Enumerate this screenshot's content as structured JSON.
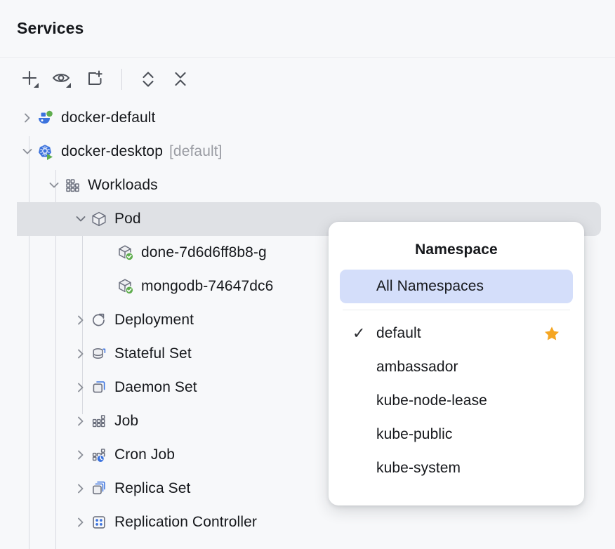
{
  "header": {
    "title": "Services"
  },
  "toolbar": {
    "buttons": [
      {
        "name": "add-service-button",
        "icon": "plus-with-dropdown-icon",
        "label": "Add"
      },
      {
        "name": "view-options-button",
        "icon": "eye-with-dropdown-icon",
        "label": "View Options"
      },
      {
        "name": "new-service-button",
        "icon": "new-window-plus-icon",
        "label": "New"
      },
      {
        "name": "expand-collapse-button",
        "icon": "chevron-up-down-icon",
        "label": "Expand / Collapse"
      },
      {
        "name": "collapse-all-button",
        "icon": "collapse-all-icon",
        "label": "Collapse All"
      }
    ]
  },
  "tree": {
    "nodes": [
      {
        "label": "docker-default",
        "suffix": "",
        "depth": 0,
        "expanded": false,
        "icon": "docker-whale-running-icon",
        "selected": false
      },
      {
        "label": "docker-desktop",
        "suffix": "[default]",
        "depth": 0,
        "expanded": true,
        "icon": "kubernetes-connected-icon",
        "selected": false
      },
      {
        "label": "Workloads",
        "suffix": "",
        "depth": 1,
        "expanded": true,
        "icon": "workloads-grid-icon",
        "selected": false
      },
      {
        "label": "Pod",
        "suffix": "",
        "depth": 2,
        "expanded": true,
        "icon": "pod-cube-icon",
        "selected": true
      },
      {
        "label": "done-7d6d6ff8b8-g",
        "suffix": "",
        "depth": 3,
        "expanded": null,
        "icon": "pod-cube-running-icon",
        "selected": false
      },
      {
        "label": "mongodb-74647dc6",
        "suffix": "",
        "depth": 3,
        "expanded": null,
        "icon": "pod-cube-running-icon",
        "selected": false
      },
      {
        "label": "Deployment",
        "suffix": "",
        "depth": 2,
        "expanded": false,
        "icon": "deployment-refresh-icon",
        "selected": false
      },
      {
        "label": "Stateful Set",
        "suffix": "",
        "depth": 2,
        "expanded": false,
        "icon": "stateful-set-database-icon",
        "selected": false
      },
      {
        "label": "Daemon Set",
        "suffix": "",
        "depth": 2,
        "expanded": false,
        "icon": "daemon-set-layers-icon",
        "selected": false
      },
      {
        "label": "Job",
        "suffix": "",
        "depth": 2,
        "expanded": false,
        "icon": "job-grid-icon",
        "selected": false
      },
      {
        "label": "Cron Job",
        "suffix": "",
        "depth": 2,
        "expanded": false,
        "icon": "cron-job-clock-icon",
        "selected": false
      },
      {
        "label": "Replica Set",
        "suffix": "",
        "depth": 2,
        "expanded": false,
        "icon": "replica-set-stack-icon",
        "selected": false
      },
      {
        "label": "Replication Controller",
        "suffix": "",
        "depth": 2,
        "expanded": false,
        "icon": "replication-controller-icon",
        "selected": false
      }
    ]
  },
  "namespace_popup": {
    "title": "Namespace",
    "items": [
      {
        "label": "All Namespaces",
        "checked": false,
        "favorite": false,
        "highlighted": true
      },
      {
        "label": "default",
        "checked": true,
        "favorite": true,
        "highlighted": false
      },
      {
        "label": "ambassador",
        "checked": false,
        "favorite": false,
        "highlighted": false
      },
      {
        "label": "kube-node-lease",
        "checked": false,
        "favorite": false,
        "highlighted": false
      },
      {
        "label": "kube-public",
        "checked": false,
        "favorite": false,
        "highlighted": false
      },
      {
        "label": "kube-system",
        "checked": false,
        "favorite": false,
        "highlighted": false
      }
    ],
    "check_glyph": "✓",
    "star_glyph": "★"
  },
  "colors": {
    "background": "#F7F8FA",
    "selected_row": "#DFE1E5",
    "menu_highlight": "#D4DEFA",
    "accent_blue": "#3C73DE",
    "status_green": "#5FAD4E",
    "favorite_star": "#F5A623",
    "text": "#16181C",
    "muted_text": "#9A9CA3",
    "icon_gray": "#6C707E"
  }
}
